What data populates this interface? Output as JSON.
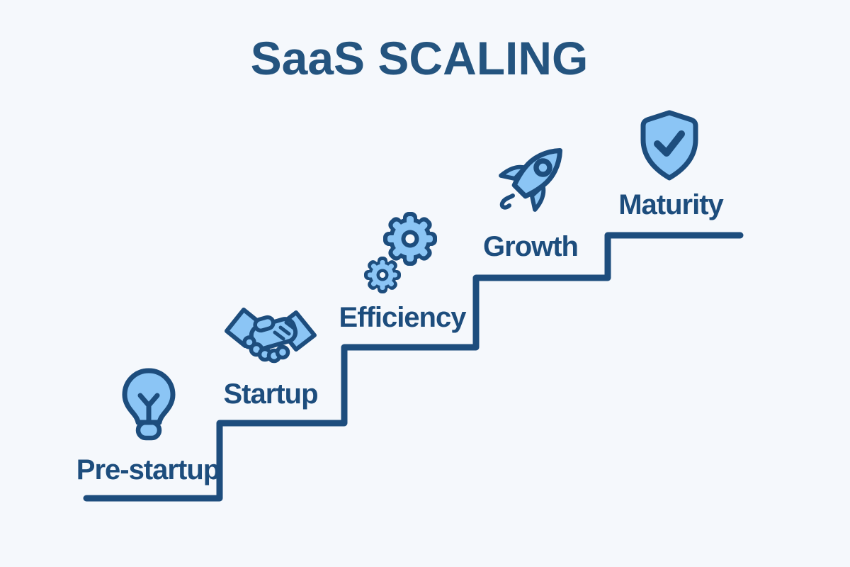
{
  "title": "SaaS SCALING",
  "colors": {
    "background": "#f5f8fc",
    "outline": "#1d4d7d",
    "icon_fill": "#8bc5f5",
    "title_text": "#24547f"
  },
  "stages": [
    {
      "label": "Pre-startup",
      "icon": "lightbulb-icon"
    },
    {
      "label": "Startup",
      "icon": "handshake-icon"
    },
    {
      "label": "Efficiency",
      "icon": "gears-icon"
    },
    {
      "label": "Growth",
      "icon": "rocket-icon"
    },
    {
      "label": "Maturity",
      "icon": "shield-check-icon"
    }
  ]
}
